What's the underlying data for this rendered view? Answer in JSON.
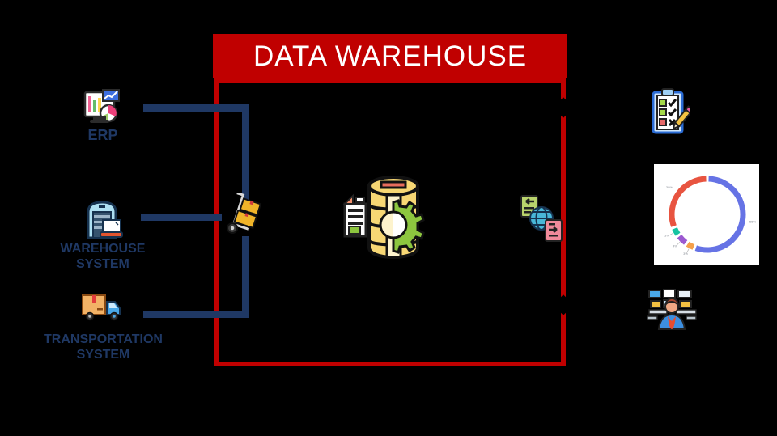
{
  "diagram": {
    "title": "DATA WAREHOUSE",
    "colors": {
      "accent_red": "#C00000",
      "connector_navy": "#1F3864",
      "title_text": "#FFFFFF",
      "background": "#000000"
    },
    "sources": [
      {
        "label": "ERP",
        "icon": "erp-analytics-monitor-icon"
      },
      {
        "label": "WAREHOUSE SYSTEM",
        "icon": "warehouse-building-icon"
      },
      {
        "label": "TRANSPORTATION SYSTEM",
        "icon": "delivery-truck-icon"
      }
    ],
    "warehouse_core": {
      "icon": "database-etl-gear-icon"
    },
    "loading": {
      "icon": "hand-truck-icon"
    },
    "distribution": {
      "icon": "globe-data-transfer-icon"
    },
    "outputs": [
      {
        "icon": "checklist-clipboard-icon"
      },
      {
        "icon": "donut-chart"
      },
      {
        "icon": "analyst-dashboard-icon"
      }
    ]
  },
  "chart_data": {
    "type": "pie",
    "variant": "donut",
    "title": "",
    "legend_position": "none",
    "background": "#FFFFFF",
    "start_angle_deg": 2,
    "segment_gap_deg": 4,
    "series": [
      {
        "name": "blue",
        "value": 55,
        "color": "#6673E5"
      },
      {
        "name": "orange",
        "value": 3,
        "color": "#F5A04B"
      },
      {
        "name": "purple",
        "value": 4,
        "color": "#9B59D0"
      },
      {
        "name": "teal",
        "value": 3,
        "color": "#17C3A2"
      },
      {
        "name": "red",
        "value": 30,
        "color": "#E85440"
      }
    ]
  }
}
